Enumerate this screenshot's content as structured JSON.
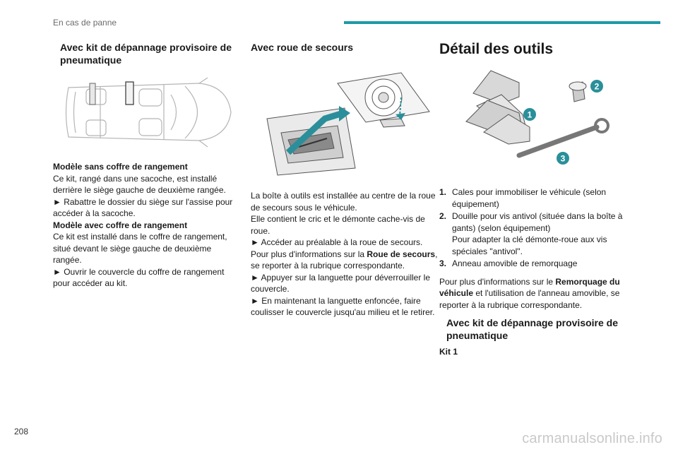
{
  "header": {
    "section": "En cas de panne"
  },
  "page_number": "208",
  "watermark": "carmanualsonline.info",
  "col1": {
    "heading": "Avec kit de dépannage provisoire de pneumatique",
    "lines": [
      {
        "text": "Modèle sans coffre de rangement",
        "bold": true
      },
      {
        "text": "Ce kit, rangé dans une sacoche, est installé derrière le siège gauche de deuxième rangée.",
        "bold": false
      },
      {
        "text": "► Rabattre le dossier du siège sur l'assise pour accéder à la sacoche.",
        "bold": false
      },
      {
        "text": "Modèle avec coffre de rangement",
        "bold": true
      },
      {
        "text": "Ce kit est installé dans le coffre de rangement, situé devant le siège gauche de deuxième rangée.",
        "bold": false
      },
      {
        "text": "► Ouvrir le couvercle du coffre de rangement pour accéder au kit.",
        "bold": false
      }
    ]
  },
  "col2": {
    "heading": "Avec roue de secours",
    "p1": "La boîte à outils est installée au centre de la roue de secours sous le véhicule.",
    "p2": "Elle contient le cric et le démonte cache-vis de roue.",
    "p3": "► Accéder au préalable à la roue de secours.",
    "p4_pre": "Pour plus d'informations sur la ",
    "p4_bold": "Roue de secours",
    "p4_post": ", se reporter à la rubrique correspondante.",
    "p5": "► Appuyer sur la languette pour déverrouiller le couvercle.",
    "p6": "► En maintenant la languette enfoncée, faire coulisser le couvercle jusqu'au milieu et le retirer."
  },
  "col3": {
    "heading": "Détail des outils",
    "callouts": [
      "1",
      "2",
      "3"
    ],
    "items": [
      {
        "num": "1.",
        "text": "Cales pour immobiliser le véhicule (selon équipement)"
      },
      {
        "num": "2.",
        "text": "Douille pour vis antivol (située dans la boîte à gants) (selon équipement)",
        "extra": "Pour adapter la clé démonte-roue aux vis spéciales \"antivol\"."
      },
      {
        "num": "3.",
        "text": "Anneau amovible de remorquage"
      }
    ],
    "info_pre": "Pour plus d'informations sur le ",
    "info_bold": "Remorquage du véhicule",
    "info_post": " et l'utilisation de l'anneau amovible, se reporter à la rubrique correspondante.",
    "subheading": "Avec kit de dépannage provisoire de pneumatique",
    "kit": "Kit 1"
  },
  "colors": {
    "accent": "#1e9aa8",
    "callout": "#2a8f9a"
  }
}
